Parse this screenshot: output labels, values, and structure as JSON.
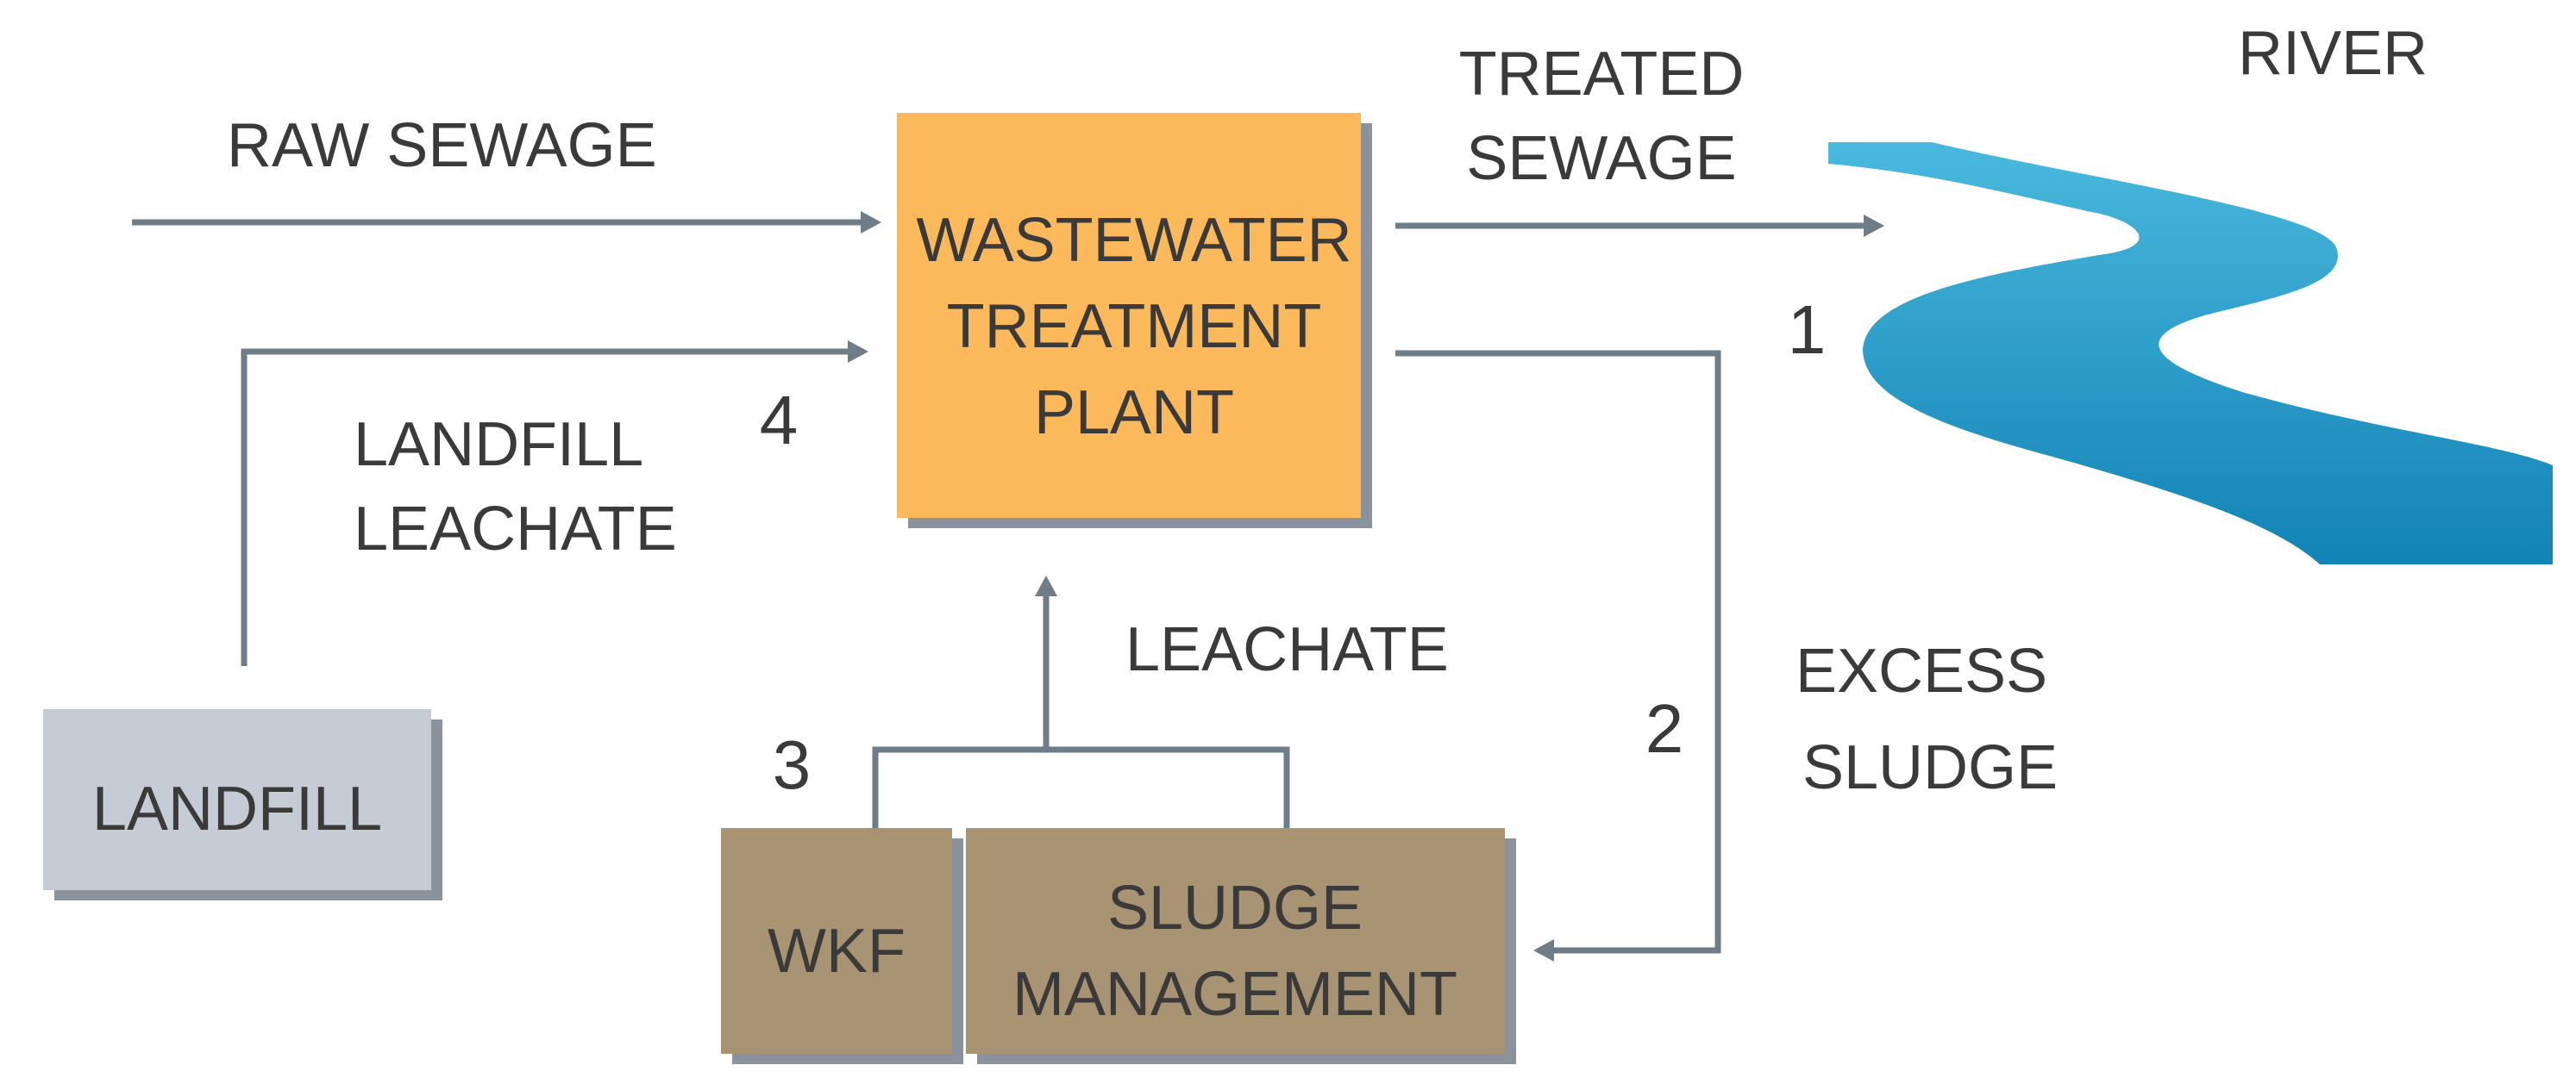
{
  "nodes": {
    "wwtp": {
      "line1": "WASTEWATER",
      "line2": "TREATMENT",
      "line3": "PLANT"
    },
    "landfill": {
      "label": "LANDFILL"
    },
    "wkf": {
      "label": "WKF"
    },
    "sludge_management": {
      "line1": "SLUDGE",
      "line2": "MANAGEMENT"
    },
    "river": {
      "label": "RIVER"
    }
  },
  "flows": {
    "raw_sewage": {
      "label": "RAW SEWAGE"
    },
    "treated_sewage": {
      "line1": "TREATED",
      "line2": "SEWAGE"
    },
    "landfill_leachate": {
      "line1": "LANDFILL",
      "line2": "LEACHATE"
    },
    "leachate": {
      "label": "LEACHATE"
    },
    "excess_sludge": {
      "line1": "EXCESS",
      "line2": "SLUDGE"
    }
  },
  "markers": {
    "m1": "1",
    "m2": "2",
    "m3": "3",
    "m4": "4"
  },
  "colors": {
    "wwtp_fill": "#fbb95b",
    "landfill_fill": "#c5ccd6",
    "sludge_fill": "#a89373",
    "shadow": "#8a939c",
    "arrow": "#6f7d89",
    "river_light": "#4ab9de",
    "river_dark": "#1183b5"
  }
}
